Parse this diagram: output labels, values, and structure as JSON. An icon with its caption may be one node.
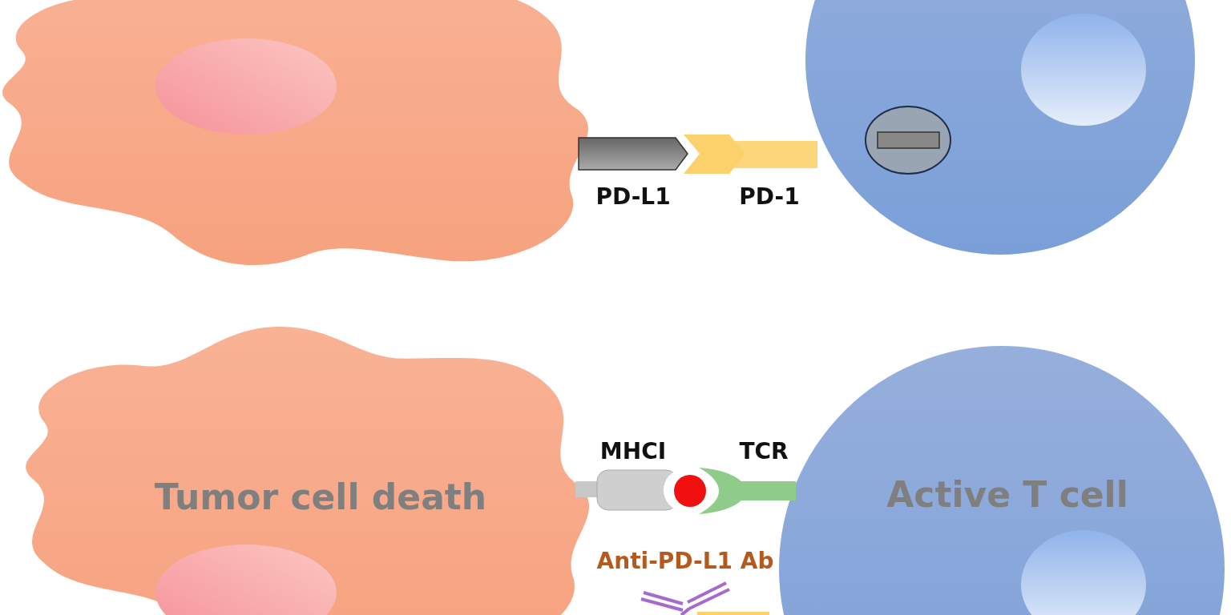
{
  "diagram": {
    "nodes": [
      {
        "text": [],
        "shape": "cloud"
      },
      {
        "text": [],
        "shape": "circle"
      },
      {
        "text": [
          "Tumor cell death"
        ]
      },
      {
        "text": [
          "Active T cell"
        ]
      }
    ],
    "labels": [
      "PD-L1",
      "PD-1",
      "MHCI",
      "TCR",
      "Anti-PD-L1 Ab"
    ]
  }
}
